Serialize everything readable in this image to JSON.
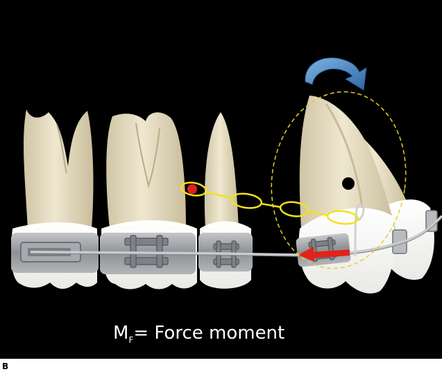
{
  "caption": {
    "symbol": "M",
    "subscript": "F",
    "text": "= Force moment"
  },
  "panel_label": "B",
  "colors": {
    "background": "#000000",
    "tooth": "#ece3c8",
    "crown": "#fbfbf8",
    "bracket": "#9b9ea2",
    "archwire": "#c9cbcd",
    "elastic_chain": "#f2e21c",
    "rotation_arrow": "#4a88c4",
    "force_arrow": "#e2231a",
    "center_of_resistance": "#000000",
    "force_point": "#e3201b",
    "rotation_path": "#e6cf2a"
  },
  "icons": [
    "curved-rotation-arrow-icon",
    "force-arrow-icon"
  ]
}
